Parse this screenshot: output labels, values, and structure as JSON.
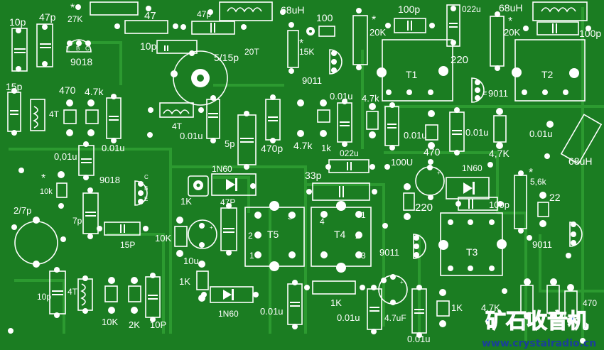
{
  "labels": {
    "c10p_a": "10p",
    "c47p_a": "47p",
    "r27k_star": "*",
    "r27k": "27K",
    "r47": "47",
    "c47p_b": "47p",
    "l68uh_a": "68uH",
    "r100_a": "100",
    "c100p_a": "100p",
    "c022u_a": "022u",
    "l68uh_b": "68uH",
    "r20k_star": "*",
    "r20k": "20K",
    "r20k_b_star": "*",
    "r20k_b": "20K",
    "c100p_b": "100p",
    "c10p_b": "10p",
    "c5_15p": "5/15p",
    "t20": "20T",
    "r15k_star": "*",
    "r15k": "15K",
    "q9018_a": "9018",
    "q9011_a": "9011",
    "r220_a": "220",
    "t1": "T1",
    "t2": "T2",
    "c15p": "15p",
    "r470_a": "470",
    "r4_7k_a": "4.7k",
    "l4t_a": "4T",
    "l4t_b": "4T",
    "c001u_a": "0.01u",
    "c001u_b": "0.01u",
    "r4_7k_b": "4.7k",
    "q9011_b": "9011",
    "c001u_c": "0.01u",
    "c001u_d": "0.01u",
    "c001u_e": "0.01u",
    "c001u_f": "0,01u",
    "c5p": "5p",
    "c470p": "470p",
    "r4_7k_c": "4.7k",
    "r1k_a": "1k",
    "c022u_b": "022u",
    "r470_b": "470",
    "r4_7k_d": "4,7K",
    "l68uh_c": "68uH",
    "q9018_b": "9018",
    "r10k_star": "*",
    "r10k_a": "10k",
    "d1n60_a": "1N60",
    "c33p": "33p",
    "c100u": "100U",
    "d1n60_b": "1N60",
    "r5_6k_star": "*",
    "r5_6k": "5,6k",
    "c2_7p": "2/7p",
    "r1k_b": "1K",
    "c47p_c": "47P",
    "r220_b": "220",
    "c100p_c": "100p",
    "r22": "22",
    "c7p": "7p",
    "c15p_b": "15P",
    "r10k_b": "10K",
    "c10u": "10u",
    "t5": "T5",
    "t4": "T4",
    "t3": "T3",
    "q9011_c": "9011",
    "q9011_d": "9011",
    "r1k_c": "1K",
    "r1k_d": "1K",
    "d1n60_c": "1N60",
    "c10p_c": "10p",
    "l4t_c": "4T",
    "r10k_c": "10K",
    "r2k": "2K",
    "c10p_d": "10P",
    "c001u_g": "0.01u",
    "r1k_e": "1K",
    "c001u_h": "0.01u",
    "c47uf": "4.7uF",
    "c001u_i": "0.01u",
    "r1k_f": "1K",
    "r4_7k_e": "4,7K",
    "r470_c": "470",
    "c001u_j": "0.01u",
    "pin1_t5a": "3",
    "pin2_t5a": "5",
    "pin3_t5a": "2",
    "pin4_t5a": "1",
    "pin5_t5a": "4",
    "pin1_t4": "4",
    "pin2_t4": "1",
    "pin3_t4": "2",
    "pin4_t4": "5",
    "pin5_t4": "3",
    "ebc_e": "E",
    "ebc_b": "B",
    "ebc_c": "C"
  },
  "watermark": {
    "title": "矿石收音机",
    "url": "www.crystalradio.cn"
  },
  "colors": {
    "board": "#1b7d22",
    "trace": "#2c9a30",
    "silk": "#ffffff",
    "watermark_title": "#0f58d6",
    "watermark_url": "#1a3f9a"
  }
}
